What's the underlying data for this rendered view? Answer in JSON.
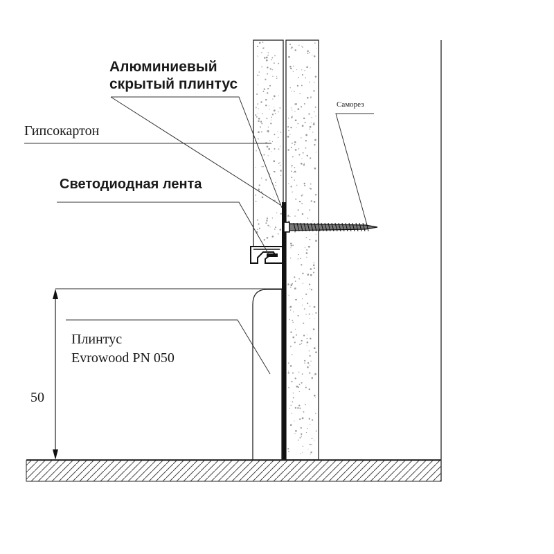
{
  "labels": {
    "aluminum_line1": "Алюминиевый",
    "aluminum_line2": "скрытый плинтус",
    "drywall": "Гипсокартон",
    "led_strip": "Светодиодная лента",
    "screw": "Саморез",
    "skirting_line1": "Плинтус",
    "skirting_line2": "Evrowood PN 050",
    "dimension": "50"
  },
  "colors": {
    "line": "#222222",
    "speckle": "#9a9a9a",
    "profile": "#111111"
  },
  "icons": {
    "screw": "screw-icon",
    "floor": "floor-hatch",
    "arrow": "dimension-arrow"
  }
}
